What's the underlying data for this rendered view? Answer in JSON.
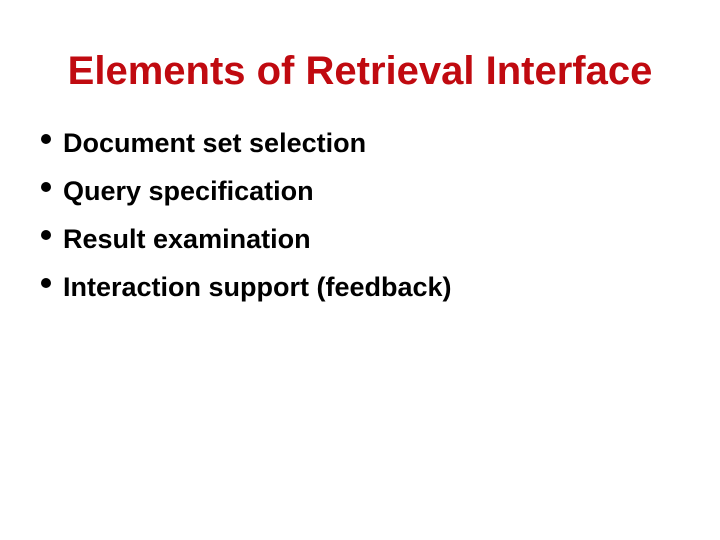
{
  "slide": {
    "title": "Elements of Retrieval Interface",
    "title_color": "#c00a10",
    "background_color": "#ffffff",
    "text_color": "#000000",
    "bullet_marker_icon": "bullet-dot-icon",
    "bullets": [
      {
        "label": "Document set selection"
      },
      {
        "label": "Query specification"
      },
      {
        "label": "Result examination"
      },
      {
        "label": "Interaction support (feedback)"
      }
    ]
  }
}
